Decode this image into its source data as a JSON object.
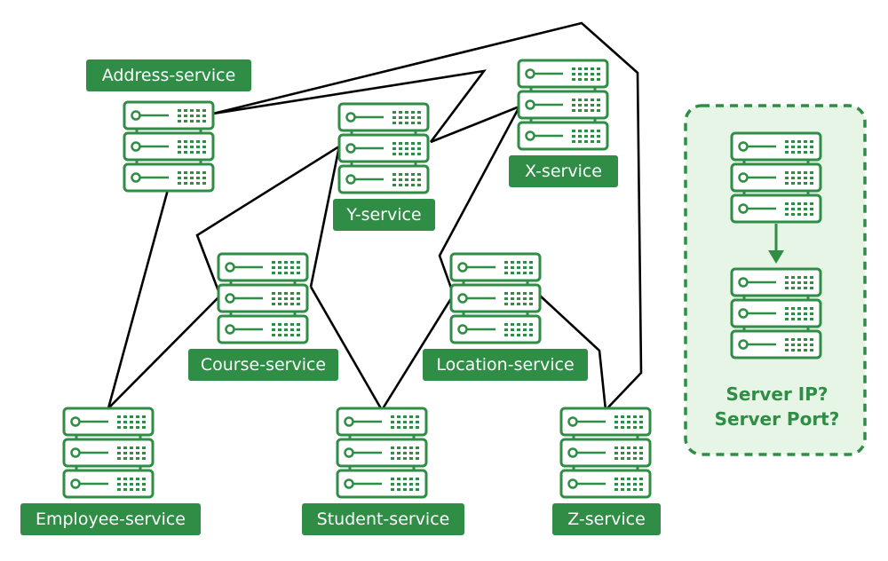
{
  "services": {
    "address": "Address-service",
    "y": "Y-service",
    "x": "X-service",
    "course": "Course-service",
    "location": "Location-service",
    "employee": "Employee-service",
    "student": "Student-service",
    "z": "Z-service"
  },
  "discovery_box": {
    "question_ip": "Server IP?",
    "question_port": "Server Port?"
  },
  "colors": {
    "brand_green": "#2f8d46",
    "box_fill": "#e6f5e6",
    "line": "#000000"
  }
}
